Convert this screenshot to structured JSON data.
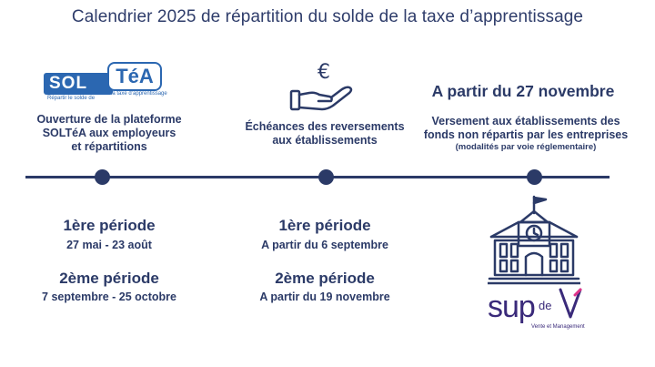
{
  "title": "Calendrier 2025 de répartition du solde de la taxe d’apprentissage",
  "colors": {
    "primary": "#2b3a67",
    "soltea_blue": "#2b67b1",
    "supdev_purple": "#3a2a7a",
    "supdev_accent": "#e0348a"
  },
  "soltea_logo": {
    "sol": "SOL",
    "tea": "TéA",
    "subtitle_left": "Répartir le solde de",
    "subtitle_right": "la taxe d’apprentissage"
  },
  "col1": {
    "line1": "Ouverture de la plateforme",
    "line2": "SOLTéA aux employeurs",
    "line3": "et répartitions",
    "period1_title": "1ère période",
    "period1_date": "27 mai - 23 août",
    "period2_title": "2ème période",
    "period2_date": "7 septembre - 25 octobre"
  },
  "col2": {
    "icon": "euro-hand-icon",
    "line1": "Échéances des reversements",
    "line2": "aux établissements",
    "period1_title": "1ère période",
    "period1_date": "A partir du 6 septembre",
    "period2_title": "2ème période",
    "period2_date": "A partir du 19 novembre"
  },
  "col3": {
    "heading": "A partir du 27 novembre",
    "line1": "Versement aux établissements des",
    "line2": "fonds non répartis par les entreprises",
    "note": "(modalités par voie réglementaire)",
    "icon": "school-building-icon"
  },
  "supdev_logo": {
    "sup": "sup",
    "de": "de",
    "tagline": "Vente et Management"
  }
}
